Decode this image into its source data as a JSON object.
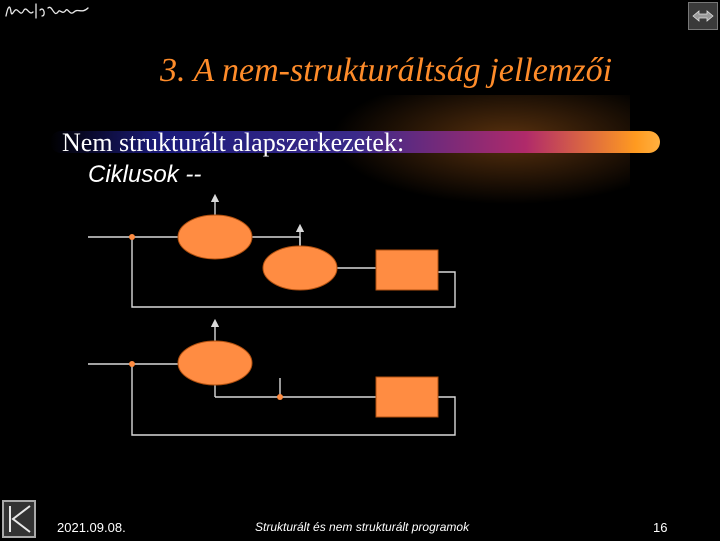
{
  "header": {
    "signature_text": "Kolári Péter",
    "nav_icon": "prev-next-arrows-icon"
  },
  "slide": {
    "title": "3. A nem-strukturáltság jellemzői",
    "heading": "Nem strukturált alapszerkezetek:",
    "subheading": "Ciklusok --"
  },
  "colors": {
    "title": "#ff8c2a",
    "process_fill": "#ff8c42",
    "line": "#d9d9d9"
  },
  "footer": {
    "date": "2021.09.08.",
    "caption": "Strukturált és nem strukturált programok",
    "page_number": "16",
    "nav_icon": "first-slide-icon"
  }
}
